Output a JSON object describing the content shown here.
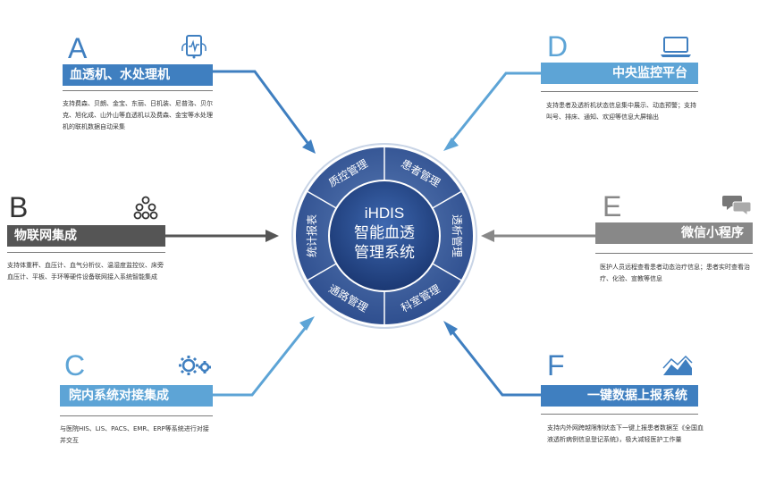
{
  "center": {
    "line1": "iHDIS",
    "line2": "智能血透",
    "line3": "管理系统",
    "ring": [
      "质控管理",
      "患者管理",
      "透析管理",
      "科室管理",
      "通路管理",
      "统计报表"
    ]
  },
  "blocks": [
    {
      "letter": "A",
      "title": "血透机、水处理机",
      "desc": "支持费森、贝朗、金宝、东丽、日机装、尼普洛、贝尔克、旭化成、山外山等血透机以及费森、金宝等水处理机的联机数据自动采集",
      "icon": "medical-monitor-icon"
    },
    {
      "letter": "B",
      "title": "物联网集成",
      "desc": "支持体重秤、血压计、血气分析仪、温湿度监控仪、床旁血压计、平板、手环等硬件设备联网接入系统智能集成",
      "icon": "network-nodes-icon"
    },
    {
      "letter": "C",
      "title": "院内系统对接集成",
      "desc": "与医院HIS、LIS、PACS、EMR、ERP等系统进行对接并交互",
      "icon": "gears-icon"
    },
    {
      "letter": "D",
      "title": "中央监控平台",
      "desc": "支持患者及透析机状态信息集中展示、动态预警；支持叫号、排床、通知、欢迎等信息大屏输出",
      "icon": "laptop-icon"
    },
    {
      "letter": "E",
      "title": "微信小程序",
      "desc": "医护人员远程查看患者动态治疗信息；患者实时查看治疗、化验、宣教等信息",
      "icon": "chat-bubbles-icon"
    },
    {
      "letter": "F",
      "title": "一键数据上报系统",
      "desc": "支持内外网跨越限制状态下一键上报患者数据至《全国血液透析病例信息登记系统》，极大减轻医护工作量",
      "icon": "line-chart-icon"
    }
  ],
  "colors": {
    "blue": "#3f7fc0",
    "blue_light": "#5da4d6",
    "gray": "#6b6b6b",
    "hub_dark": "#1e3a78",
    "hub_ring": "#3a5c98",
    "arrow_blue": "#4b8fcc"
  }
}
